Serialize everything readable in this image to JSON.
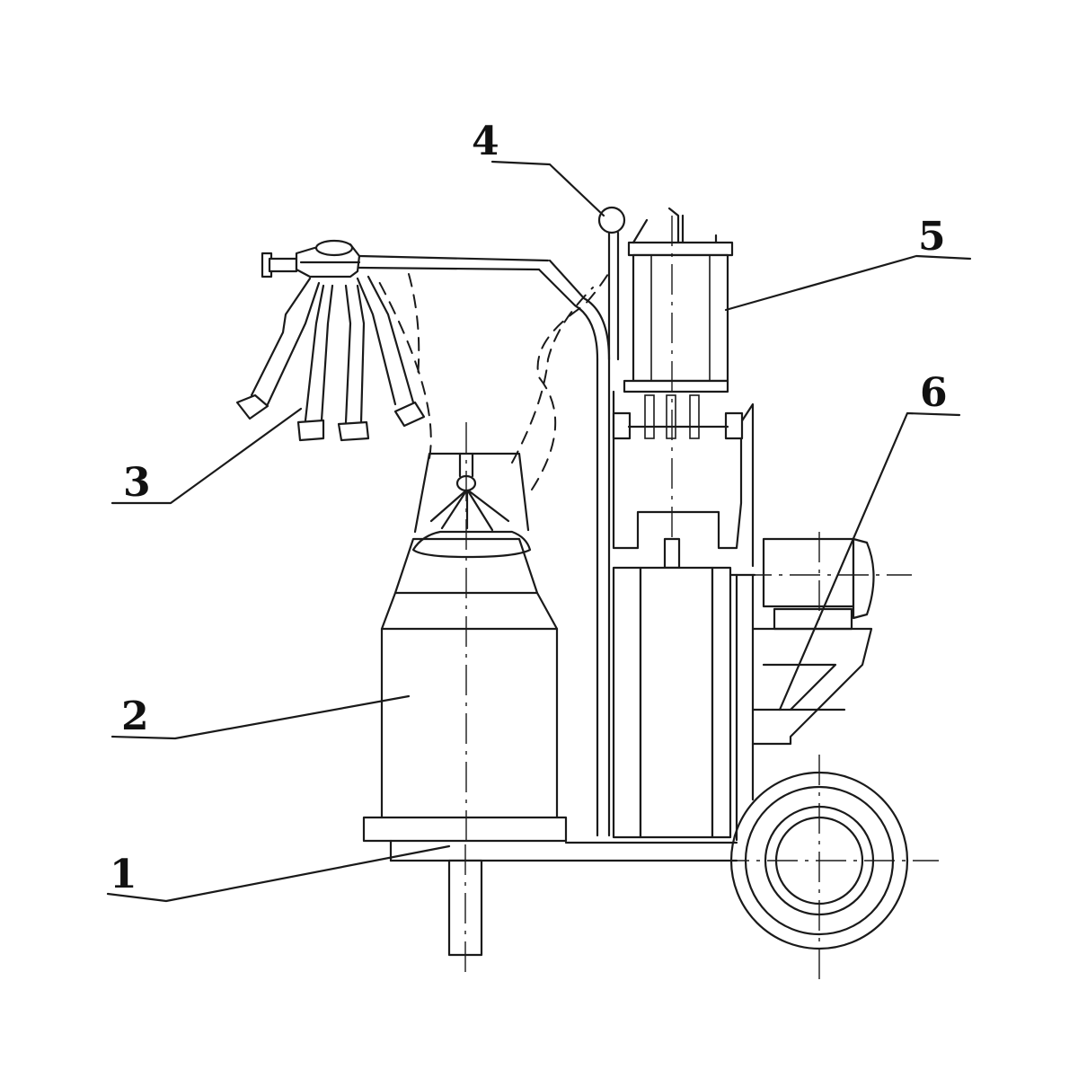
{
  "diagram": {
    "callouts": [
      {
        "id": "1",
        "label": "1"
      },
      {
        "id": "2",
        "label": "2"
      },
      {
        "id": "3",
        "label": "3"
      },
      {
        "id": "4",
        "label": "4"
      },
      {
        "id": "5",
        "label": "5"
      },
      {
        "id": "6",
        "label": "6"
      }
    ]
  },
  "colors": {
    "line": "#1a1a1a",
    "background": "#ffffff"
  }
}
